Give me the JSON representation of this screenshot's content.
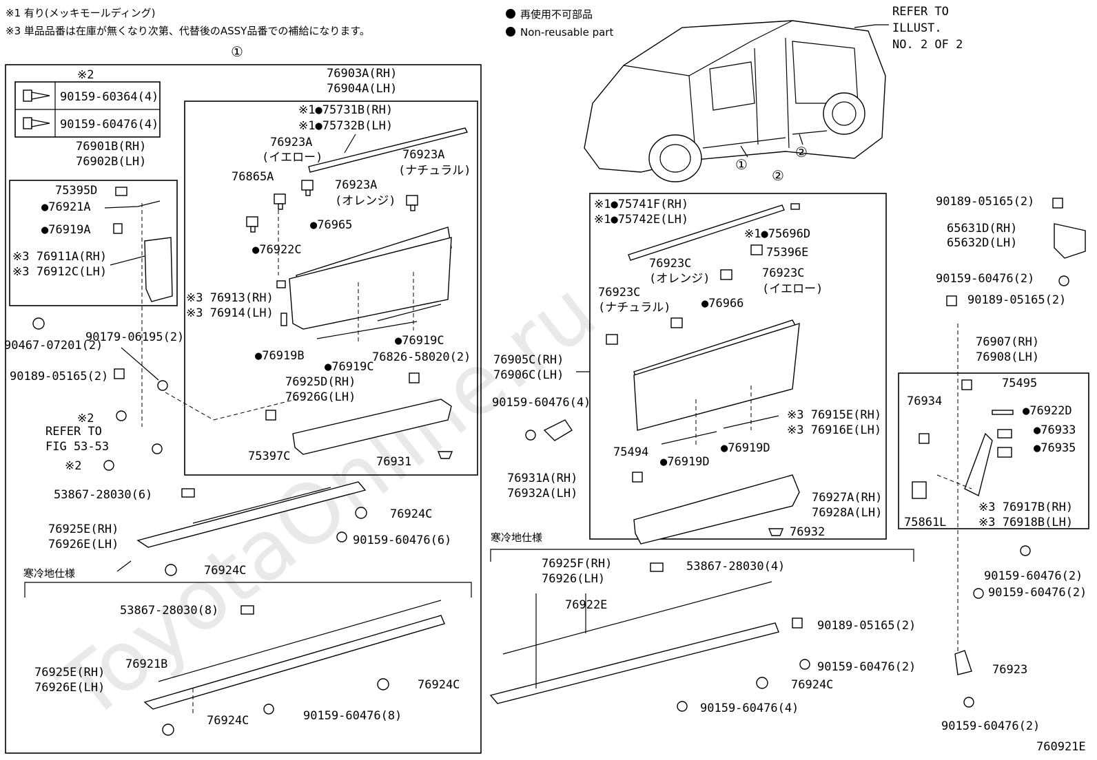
{
  "notes": {
    "note1": "※1 有り(メッキモールディング)",
    "note3": "※3 単品品番は在庫が無くなり次第、代替後のASSY品番での補給になります。",
    "legend_jp": "再使用不可部品",
    "legend_en": "Non-reusable part",
    "refer_1": "REFER TO",
    "refer_2": "ILLUST.",
    "refer_3": "NO. 2 OF 2",
    "cold_1": "寒冷地仕様",
    "cold_2": "寒冷地仕様",
    "circle_1": "①",
    "circle_2": "②",
    "car_1": "①",
    "car_2": "②",
    "ref_fig_1": "REFER TO",
    "ref_fig_2": "FIG 53-53",
    "star2_hdr": "※2",
    "star2_a": "※2",
    "star2_b": "※2",
    "diagram_id": "760921E",
    "watermark": "ToyotaOnline.ru"
  },
  "table": {
    "row1": "90159-60364(4)",
    "row2": "90159-60476(4)"
  },
  "labels": {
    "l01": "76903A(RH)",
    "l02": "76904A(LH)",
    "l03": "※1●75731B(RH)",
    "l04": "※1●75732B(LH)",
    "l05": "76923A",
    "l06": "(イエロー)",
    "l07": "76923A",
    "l08": "(ナチュラル)",
    "l09": "76865A",
    "l10": "76923A",
    "l11": "(オレンジ)",
    "l12": "●76965",
    "l13": "●76922C",
    "l14": "※3 76913(RH)",
    "l15": "※3 76914(LH)",
    "l16": "●76919B",
    "l17": "●76919C",
    "l18": "●76919C",
    "l19": "76826-58020(2)",
    "l20": "76925D(RH)",
    "l21": "76926G(LH)",
    "l22": "75397C",
    "l23": "76931",
    "l24": "76901B(RH)",
    "l25": "76902B(LH)",
    "l26": "75395D",
    "l27": "●76921A",
    "l28": "●76919A",
    "l29": "※3 76911A(RH)",
    "l30": "※3 76912C(LH)",
    "l31": "90467-07201(2)",
    "l32": "90179-06195(2)",
    "l33": "90189-05165(2)",
    "l34": "53867-28030(6)",
    "l35": "76924C",
    "l36": "76925E(RH)",
    "l37": "76926E(LH)",
    "l38": "90159-60476(6)",
    "l39": "76924C",
    "l40": "53867-28030(8)",
    "l41": "76925E(RH)",
    "l42": "76926E(LH)",
    "l43": "76921B",
    "l44": "76924C",
    "l45": "90159-60476(8)",
    "l46": "76924C",
    "l47": "※1●75741F(RH)",
    "l48": "※1●75742E(LH)",
    "l49": "※1●75696D",
    "l50": "75396E",
    "l51": "76923C",
    "l52": "(オレンジ)",
    "l53": "76923C",
    "l54": "(イエロー)",
    "l55": "76923C",
    "l56": "(ナチュラル)",
    "l57": "●76966",
    "l58": "76905C(RH)",
    "l59": "76906C(LH)",
    "l60": "90159-60476(4)",
    "l61": "※3 76915E(RH)",
    "l62": "※3 76916E(LH)",
    "l63": "75494",
    "l64": "●76919D",
    "l65": "●76919D",
    "l66": "76931A(RH)",
    "l67": "76932A(LH)",
    "l68": "76927A(RH)",
    "l69": "76928A(LH)",
    "l70": "76932",
    "l71": "76925F(RH)",
    "l72": "76926(LH)",
    "l73": "53867-28030(4)",
    "l74": "76922E",
    "l75": "90189-05165(2)",
    "l76": "90159-60476(2)",
    "l77": "76924C",
    "l78": "90159-60476(4)",
    "l79": "90189-05165(2)",
    "l80": "65631D(RH)",
    "l81": "65632D(LH)",
    "l82": "90159-60476(2)",
    "l83": "90189-05165(2)",
    "l84": "76907(RH)",
    "l85": "76908(LH)",
    "l86": "75495",
    "l87": "76934",
    "l88": "●76922D",
    "l89": "●76933",
    "l90": "●76935",
    "l91": "75861L",
    "l92": "※3 76917B(RH)",
    "l93": "※3 76918B(LH)",
    "l94": "90159-60476(2)",
    "l95": "90159-60476(2)",
    "l96": "76923",
    "l97": "90159-60476(2)"
  }
}
